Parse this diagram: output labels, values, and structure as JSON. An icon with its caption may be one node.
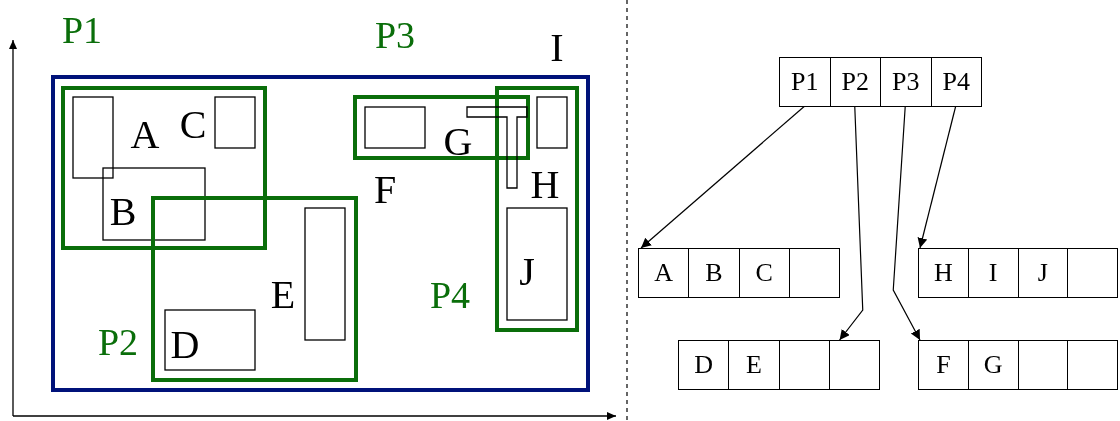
{
  "diagram": {
    "nodes": [
      {
        "text": [],
        "shape": "box"
      },
      {
        "text": [
          "P1"
        ],
        "in": 0
      },
      {
        "text": [
          "P2"
        ],
        "in": 0
      },
      {
        "text": [
          "P3"
        ],
        "in": 0
      },
      {
        "text": [
          "P4"
        ],
        "in": 0
      },
      {
        "text": [],
        "shape": "box"
      },
      {
        "text": [
          "A"
        ],
        "in": 5
      },
      {
        "text": [
          "B"
        ],
        "in": 5
      },
      {
        "text": [
          "C"
        ],
        "in": 5
      },
      {
        "text": [],
        "shape": "box",
        "in": 5
      },
      {
        "text": [],
        "shape": "box"
      },
      {
        "text": [
          "H"
        ],
        "in": 10
      },
      {
        "text": [
          "I"
        ],
        "in": 10
      },
      {
        "text": [
          "J"
        ],
        "in": 10
      },
      {
        "text": [],
        "shape": "box",
        "in": 10
      },
      {
        "text": [],
        "shape": "box"
      },
      {
        "text": [
          "D"
        ],
        "in": 15
      },
      {
        "text": [
          "E"
        ],
        "in": 15
      },
      {
        "text": [],
        "shape": "box",
        "in": 15
      },
      {
        "text": [],
        "shape": "box",
        "in": 15
      },
      {
        "text": [],
        "shape": "box"
      },
      {
        "text": [
          "F"
        ],
        "in": 20
      },
      {
        "text": [
          "G"
        ],
        "in": 20
      },
      {
        "text": [],
        "shape": "box",
        "in": 20
      },
      {
        "text": [],
        "shape": "box",
        "in": 20
      }
    ],
    "edges": [
      {
        "from": 1,
        "to": 5,
        "arrow": "to"
      },
      {
        "from": 2,
        "to": 15,
        "arrow": "to"
      },
      {
        "from": 3,
        "to": 20,
        "arrow": "to"
      },
      {
        "from": 4,
        "to": 10,
        "arrow": "to"
      }
    ],
    "labels": [
      "P1",
      "P3",
      "I",
      "C",
      "A",
      "G",
      "H",
      "F",
      "B",
      "J",
      "E",
      "P4",
      "P2",
      "D"
    ]
  }
}
